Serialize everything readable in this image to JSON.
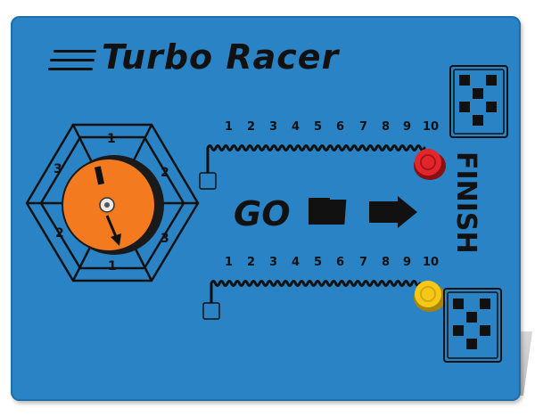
{
  "title": "Turbo Racer",
  "go_label": "GO",
  "finish_label": "FINISH",
  "track_numbers": [
    "1",
    "2",
    "3",
    "4",
    "5",
    "6",
    "7",
    "8",
    "9",
    "10"
  ],
  "spinner_numbers": {
    "top": "1",
    "upper_left": "3",
    "upper_right": "2",
    "lower_left": "2",
    "lower_right": "3",
    "bottom": "1"
  },
  "colors": {
    "panel": "#2a83c4",
    "spinner": "#f47a20",
    "red_marker": "#e3262c",
    "yellow_marker": "#f5c817",
    "line": "#111111"
  },
  "markers": [
    {
      "name": "red-racer-marker",
      "position": 10
    },
    {
      "name": "yellow-racer-marker",
      "position": 10
    }
  ],
  "icons": [
    "speed-lines-icon",
    "spinner-arrow-icon",
    "go-arrow-icon",
    "checkered-flag-icon"
  ]
}
